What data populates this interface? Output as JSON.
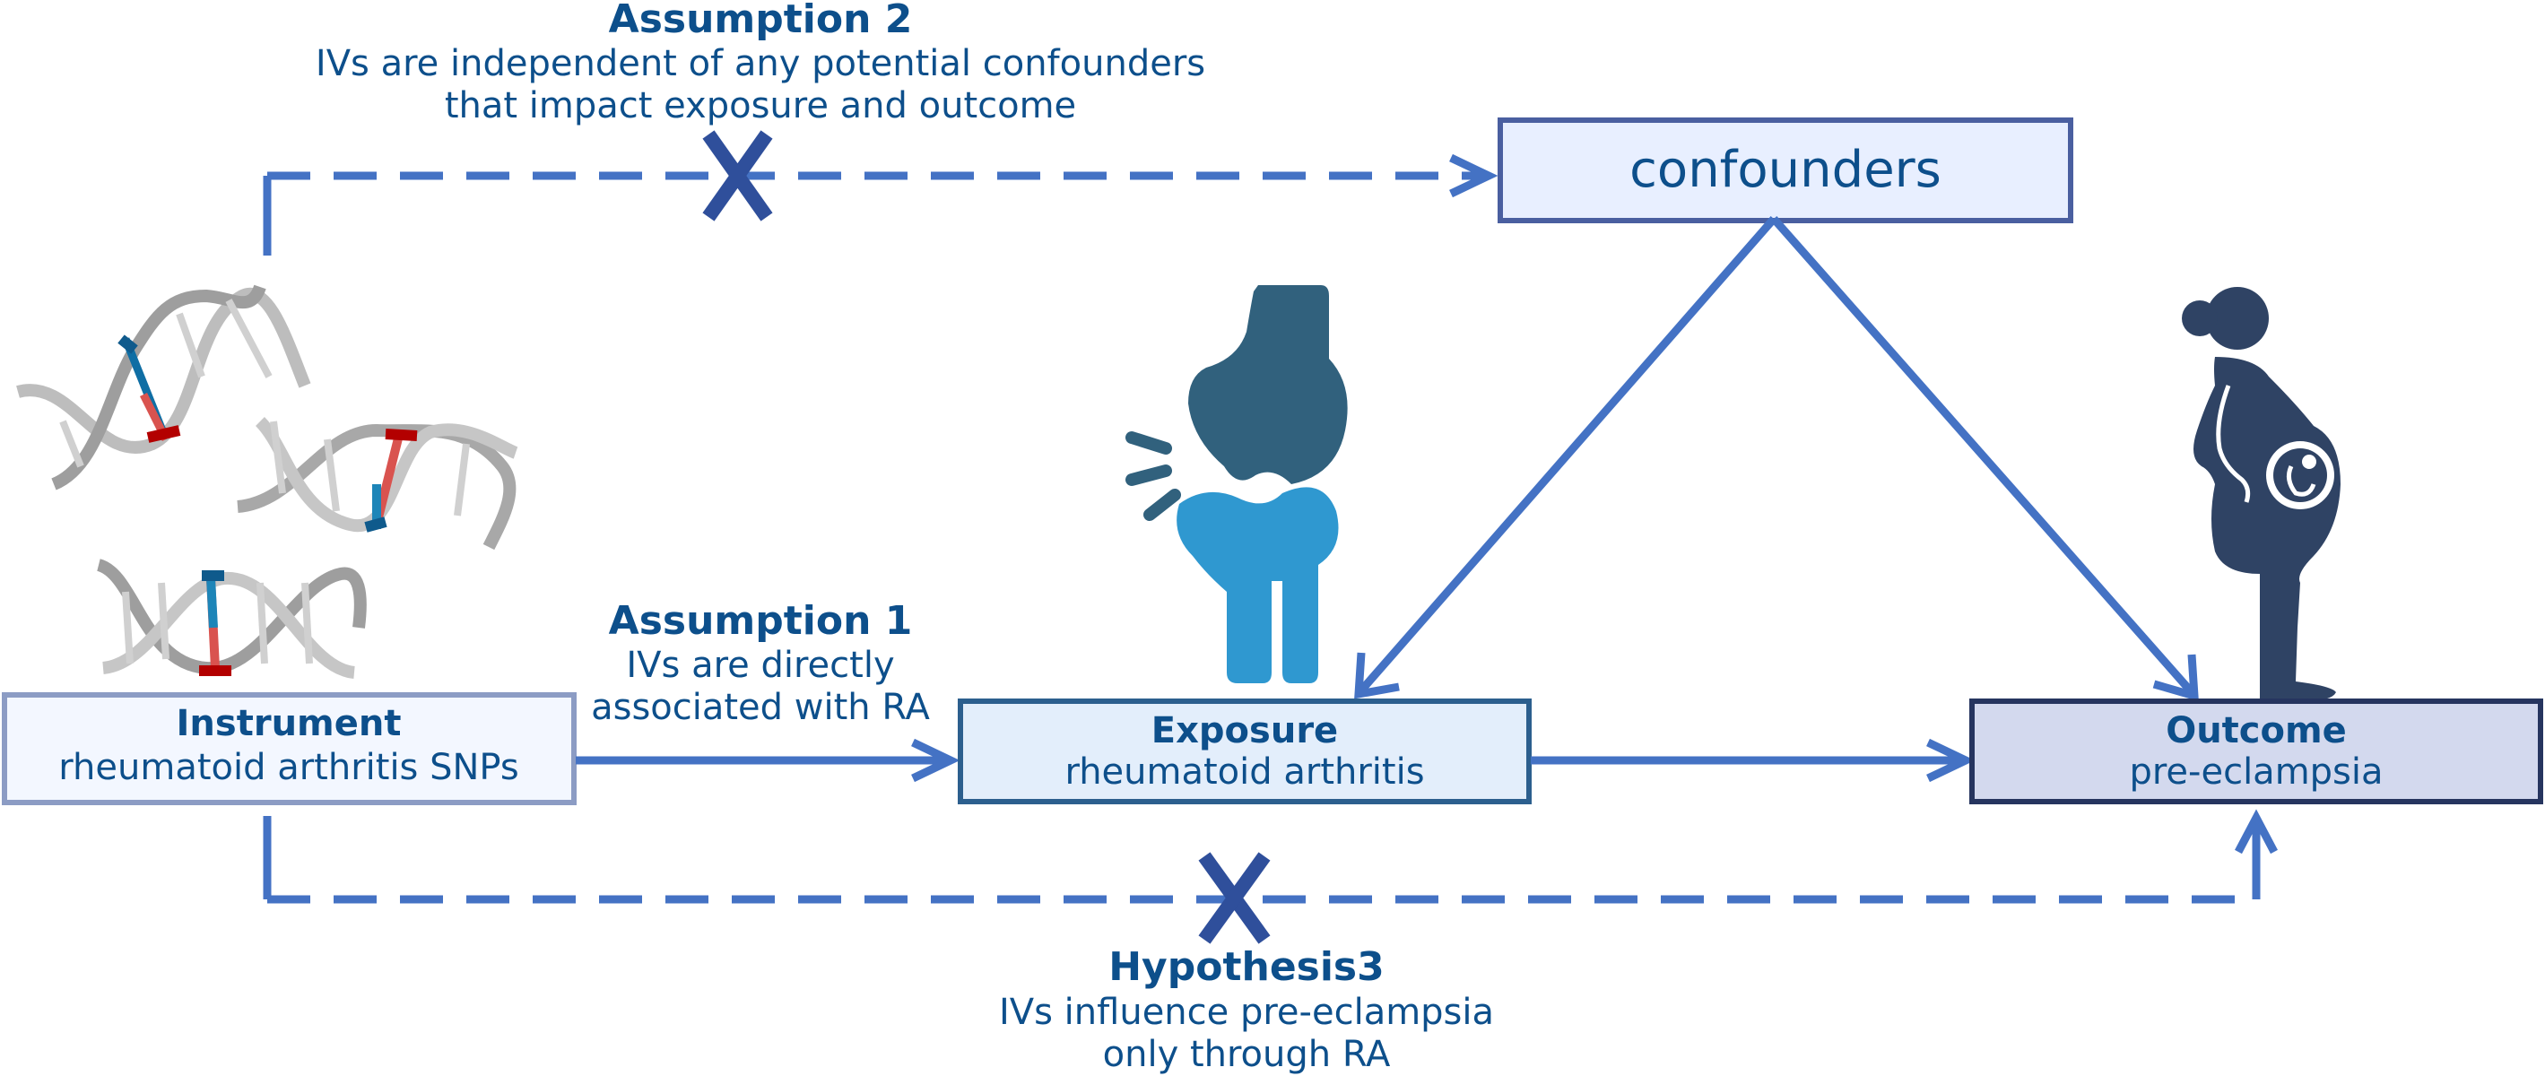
{
  "assumption2": {
    "title": "Assumption 2",
    "line1": "IVs are independent of any potential confounders",
    "line2": "that impact exposure and outcome"
  },
  "confounders": {
    "label": "confounders"
  },
  "assumption1": {
    "title": "Assumption 1",
    "line1": "IVs are directly",
    "line2": "associated with RA"
  },
  "instrument": {
    "title": "Instrument",
    "subtitle": "rheumatoid arthritis SNPs"
  },
  "exposure": {
    "title": "Exposure",
    "subtitle": "rheumatoid arthritis"
  },
  "outcome": {
    "title": "Outcome",
    "subtitle": "pre-eclampsia"
  },
  "hypothesis3": {
    "title": "Hypothesis3",
    "line1": "IVs influence pre-eclampsia",
    "line2": "only through RA"
  },
  "colors": {
    "text": "#0d4f8b",
    "arrow": "#4472c4",
    "cross": "#2f4f9b",
    "confounders_fill": "#e8efff",
    "confounders_stroke": "#4a5fa0",
    "instrument_fill": "#f3f7ff",
    "instrument_stroke": "#8c9cc4",
    "exposure_fill": "#e3eefb",
    "exposure_stroke": "#2c5f8e",
    "outcome_fill": "#d3d9ee",
    "outcome_stroke": "#26355f",
    "bone_dark": "#31617d",
    "bone_light": "#2f98d0",
    "woman": "#2f4364"
  },
  "icons": [
    "dna-helix-icon",
    "knee-joint-icon",
    "pregnant-woman-icon",
    "cross-mark-icon"
  ]
}
